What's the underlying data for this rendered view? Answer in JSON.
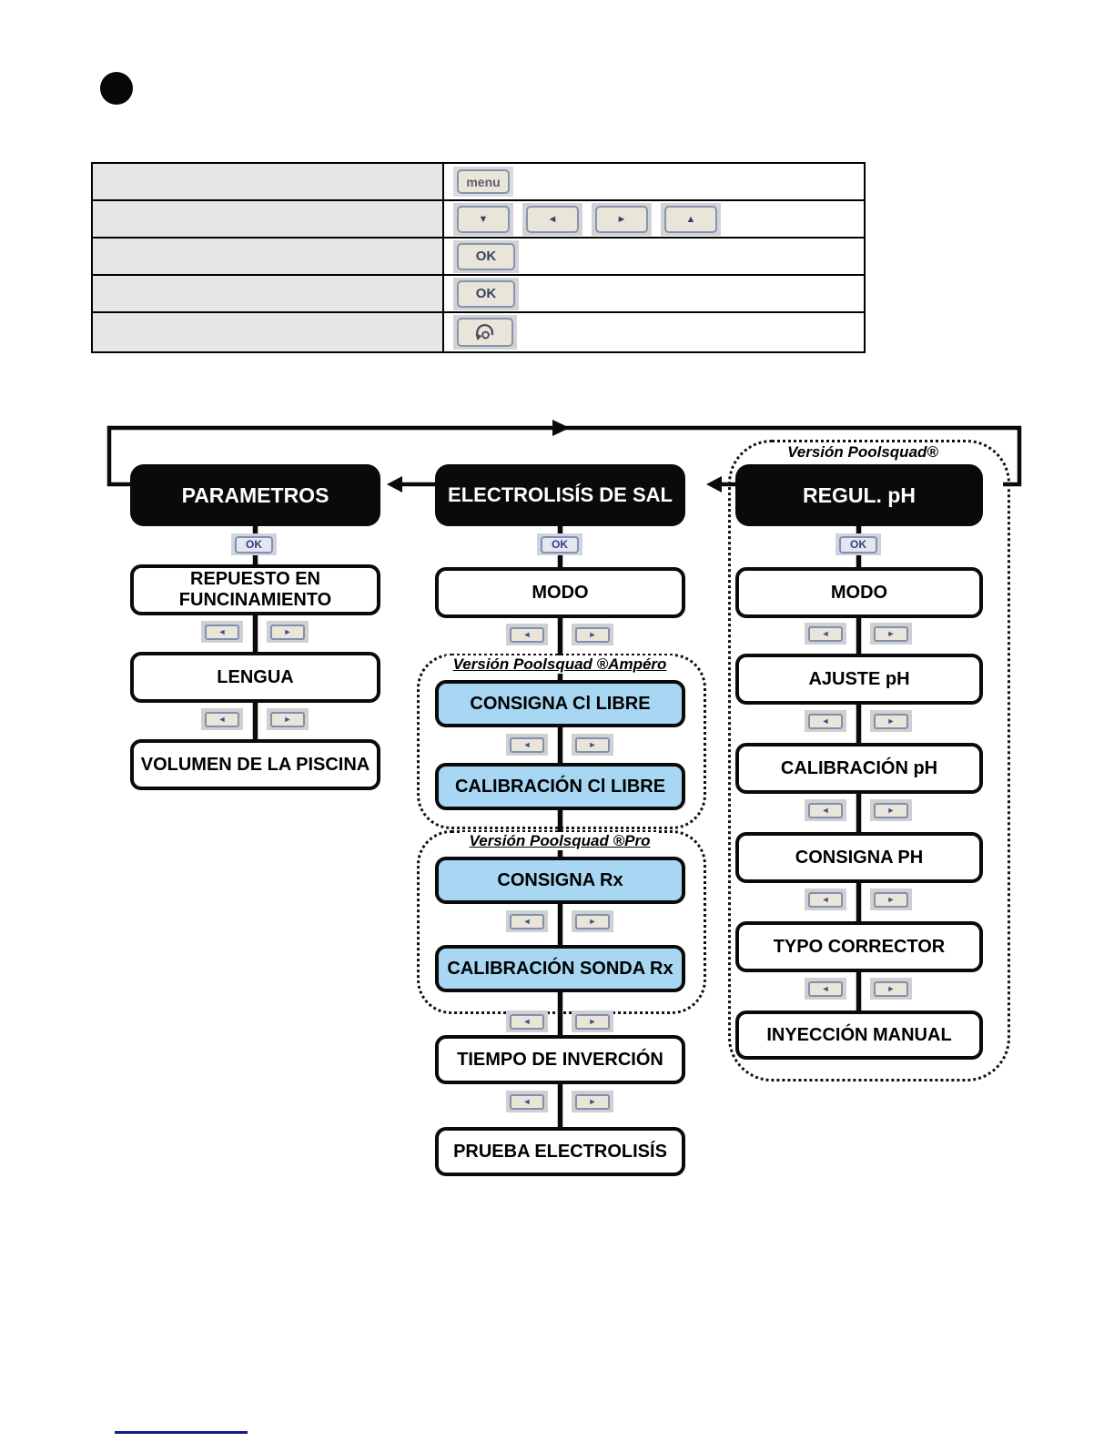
{
  "colors": {
    "node_blue": "#a7d7f3",
    "footer_rule": "#191989"
  },
  "legend_table": {
    "menu_key": "menu",
    "arrow_down": "▼",
    "arrow_left": "◄",
    "arrow_right": "►",
    "arrow_up": "▲",
    "ok_key_1": "OK",
    "ok_key_2": "OK",
    "home_key_icon": "return-home-icon"
  },
  "flow": {
    "ok": "OK",
    "arrow_left": "◄",
    "arrow_right": "►",
    "version_poolsquad": "Versión Poolsquad®",
    "version_ampero": "Versión Poolsquad ®Ampéro",
    "version_pro": "Versión Poolsquad ®Pro",
    "param": {
      "header": "PARAMETROS",
      "b1": "REPUESTO EN FUNCINAMIENTO",
      "b2": "LENGUA",
      "b3": "VOLUMEN DE LA PISCINA"
    },
    "sal": {
      "header": "ELECTROLISÍS DE SAL",
      "b1": "MODO",
      "b2": "CONSIGNA Cl LIBRE",
      "b3": "CALIBRACIÓN Cl LIBRE",
      "b4": "CONSIGNA Rx",
      "b5": "CALIBRACIÓN SONDA Rx",
      "b6": "TIEMPO DE INVERCIÓN",
      "b7": "PRUEBA ELECTROLISÍS"
    },
    "ph": {
      "header": "REGUL. pH",
      "b1": "MODO",
      "b2": "AJUSTE pH",
      "b3": "CALIBRACIÓN pH",
      "b4": "CONSIGNA PH",
      "b5": "TYPO CORRECTOR",
      "b6": "INYECCIÓN MANUAL"
    }
  }
}
